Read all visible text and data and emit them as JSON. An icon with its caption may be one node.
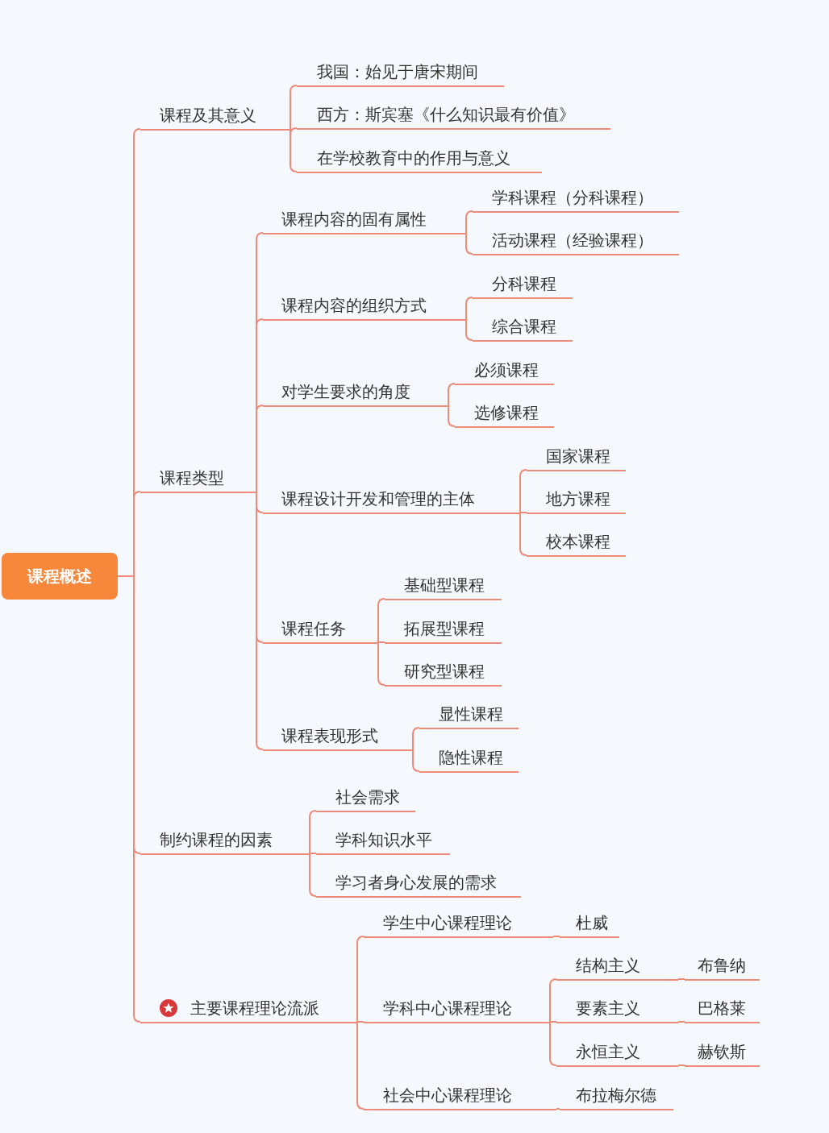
{
  "diagram": {
    "nodes": [
      {
        "text": [
          "课程概述"
        ]
      },
      {
        "text": [
          "课程及其意义"
        ]
      },
      {
        "text": [
          "我国：始见于唐宋期间"
        ]
      },
      {
        "text": [
          "西方：斯宾塞《什么知识最有价值》"
        ]
      },
      {
        "text": [
          "在学校教育中的作用与意义"
        ]
      },
      {
        "text": [
          "课程类型"
        ]
      },
      {
        "text": [
          "课程内容的固有属性"
        ]
      },
      {
        "text": [
          "学科课程（分科课程）"
        ]
      },
      {
        "text": [
          "活动课程（经验课程）"
        ]
      },
      {
        "text": [
          "课程内容的组织方式"
        ]
      },
      {
        "text": [
          "分科课程"
        ]
      },
      {
        "text": [
          "综合课程"
        ]
      },
      {
        "text": [
          "对学生要求的角度"
        ]
      },
      {
        "text": [
          "必须课程"
        ]
      },
      {
        "text": [
          "选修课程"
        ]
      },
      {
        "text": [
          "课程设计开发和管理的主体"
        ]
      },
      {
        "text": [
          "国家课程"
        ]
      },
      {
        "text": [
          "地方课程"
        ]
      },
      {
        "text": [
          "校本课程"
        ]
      },
      {
        "text": [
          "课程任务"
        ]
      },
      {
        "text": [
          "基础型课程"
        ]
      },
      {
        "text": [
          "拓展型课程"
        ]
      },
      {
        "text": [
          "研究型课程"
        ]
      },
      {
        "text": [
          "课程表现形式"
        ]
      },
      {
        "text": [
          "显性课程"
        ]
      },
      {
        "text": [
          "隐性课程"
        ]
      },
      {
        "text": [
          "制约课程的因素"
        ]
      },
      {
        "text": [
          "社会需求"
        ]
      },
      {
        "text": [
          "学科知识水平"
        ]
      },
      {
        "text": [
          "学习者身心发展的需求"
        ]
      },
      {
        "text": [
          "主要课程理论流派"
        ]
      },
      {
        "text": [
          "学生中心课程理论"
        ]
      },
      {
        "text": [
          "杜威"
        ]
      },
      {
        "text": [
          "学科中心课程理论"
        ]
      },
      {
        "text": [
          "结构主义"
        ]
      },
      {
        "text": [
          "布鲁纳"
        ]
      },
      {
        "text": [
          "要素主义"
        ]
      },
      {
        "text": [
          "巴格莱"
        ]
      },
      {
        "text": [
          "永恒主义"
        ]
      },
      {
        "text": [
          "赫钦斯"
        ]
      },
      {
        "text": [
          "社会中心课程理论"
        ]
      },
      {
        "text": [
          "布拉梅尔德"
        ]
      }
    ],
    "edges": [
      {
        "from": 0,
        "to": 1,
        "arrow": "none"
      },
      {
        "from": 1,
        "to": 2,
        "arrow": "none"
      },
      {
        "from": 1,
        "to": 3,
        "arrow": "none"
      },
      {
        "from": 1,
        "to": 4,
        "arrow": "none"
      },
      {
        "from": 0,
        "to": 5,
        "arrow": "none"
      },
      {
        "from": 5,
        "to": 6,
        "arrow": "none"
      },
      {
        "from": 6,
        "to": 7,
        "arrow": "none"
      },
      {
        "from": 6,
        "to": 8,
        "arrow": "none"
      },
      {
        "from": 5,
        "to": 9,
        "arrow": "none"
      },
      {
        "from": 9,
        "to": 10,
        "arrow": "none"
      },
      {
        "from": 9,
        "to": 11,
        "arrow": "none"
      },
      {
        "from": 5,
        "to": 12,
        "arrow": "none"
      },
      {
        "from": 12,
        "to": 13,
        "arrow": "none"
      },
      {
        "from": 12,
        "to": 14,
        "arrow": "none"
      },
      {
        "from": 5,
        "to": 15,
        "arrow": "none"
      },
      {
        "from": 15,
        "to": 16,
        "arrow": "none"
      },
      {
        "from": 15,
        "to": 17,
        "arrow": "none"
      },
      {
        "from": 15,
        "to": 18,
        "arrow": "none"
      },
      {
        "from": 5,
        "to": 19,
        "arrow": "none"
      },
      {
        "from": 19,
        "to": 20,
        "arrow": "none"
      },
      {
        "from": 19,
        "to": 21,
        "arrow": "none"
      },
      {
        "from": 19,
        "to": 22,
        "arrow": "none"
      },
      {
        "from": 5,
        "to": 23,
        "arrow": "none"
      },
      {
        "from": 23,
        "to": 24,
        "arrow": "none"
      },
      {
        "from": 23,
        "to": 25,
        "arrow": "none"
      },
      {
        "from": 0,
        "to": 26,
        "arrow": "none"
      },
      {
        "from": 26,
        "to": 27,
        "arrow": "none"
      },
      {
        "from": 26,
        "to": 28,
        "arrow": "none"
      },
      {
        "from": 26,
        "to": 29,
        "arrow": "none"
      },
      {
        "from": 0,
        "to": 30,
        "arrow": "none"
      },
      {
        "from": 30,
        "to": 31,
        "arrow": "none"
      },
      {
        "from": 31,
        "to": 32,
        "arrow": "none"
      },
      {
        "from": 30,
        "to": 33,
        "arrow": "none"
      },
      {
        "from": 33,
        "to": 34,
        "arrow": "none"
      },
      {
        "from": 34,
        "to": 35,
        "arrow": "none"
      },
      {
        "from": 33,
        "to": 36,
        "arrow": "none"
      },
      {
        "from": 36,
        "to": 37,
        "arrow": "none"
      },
      {
        "from": 33,
        "to": 38,
        "arrow": "none"
      },
      {
        "from": 38,
        "to": 39,
        "arrow": "none"
      },
      {
        "from": 30,
        "to": 40,
        "arrow": "none"
      },
      {
        "from": 40,
        "to": 41,
        "arrow": "none"
      }
    ]
  }
}
